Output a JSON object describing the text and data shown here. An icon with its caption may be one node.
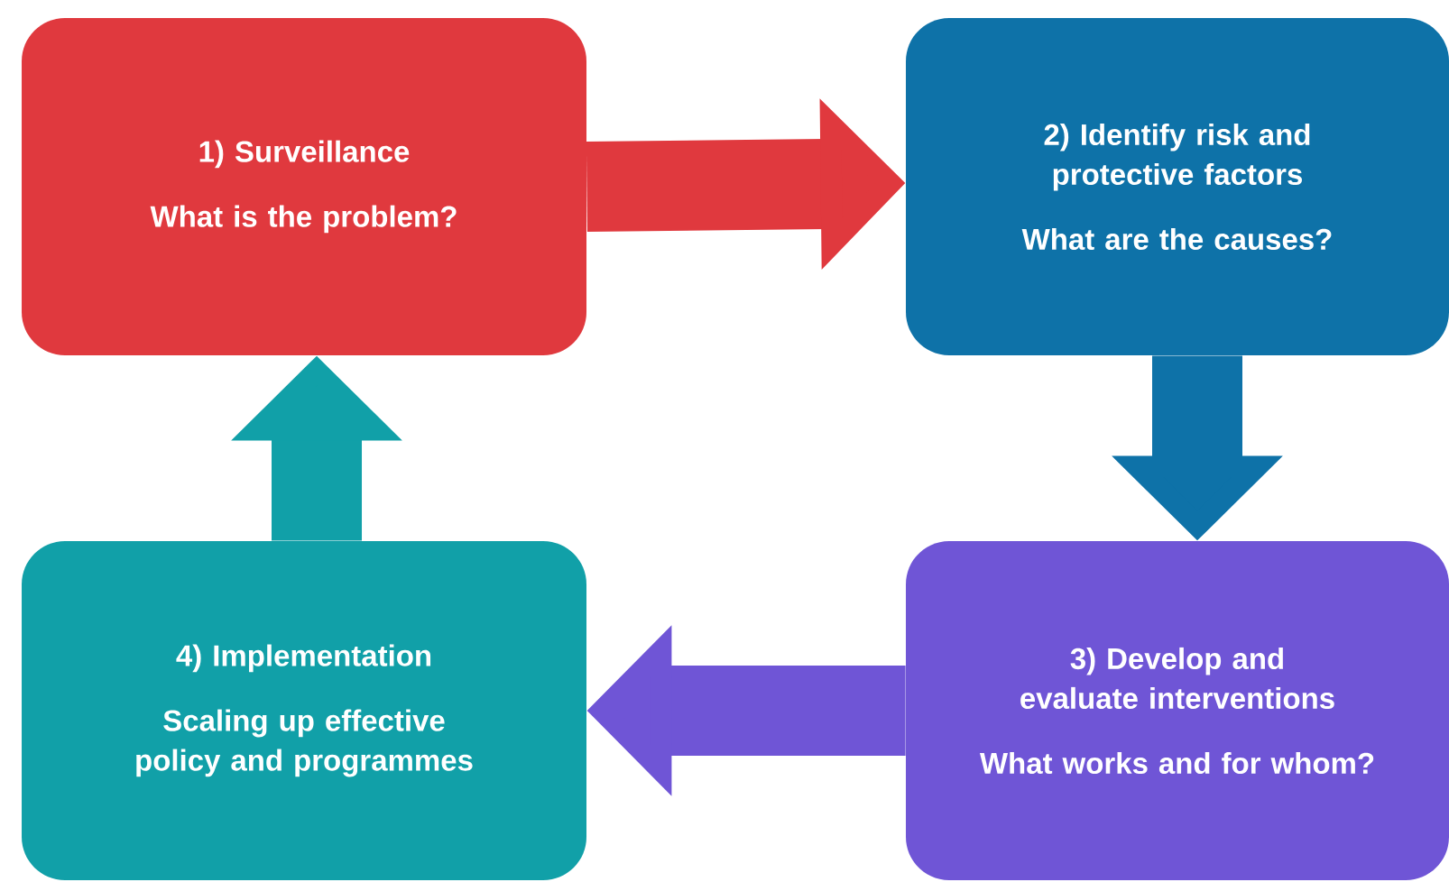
{
  "diagram": {
    "nodes": [
      {
        "text": [
          "1) Surveillance",
          "What is the problem?"
        ]
      },
      {
        "text": [
          "2) Identify risk and protective factors",
          "What are the causes?"
        ]
      },
      {
        "text": [
          "3) Develop and evaluate interventions",
          "What works and for whom?"
        ]
      },
      {
        "text": [
          "4) Implementation",
          "Scaling up effective policy and programmes"
        ]
      }
    ],
    "edges": [
      {
        "from": 0,
        "to": 1,
        "arrow": "to",
        "color": "#e0393e"
      },
      {
        "from": 1,
        "to": 2,
        "arrow": "to",
        "color": "#0e72a8"
      },
      {
        "from": 2,
        "to": 3,
        "arrow": "to",
        "color": "#6f55d6"
      },
      {
        "from": 3,
        "to": 0,
        "arrow": "to",
        "color": "#11a0a8"
      }
    ]
  }
}
